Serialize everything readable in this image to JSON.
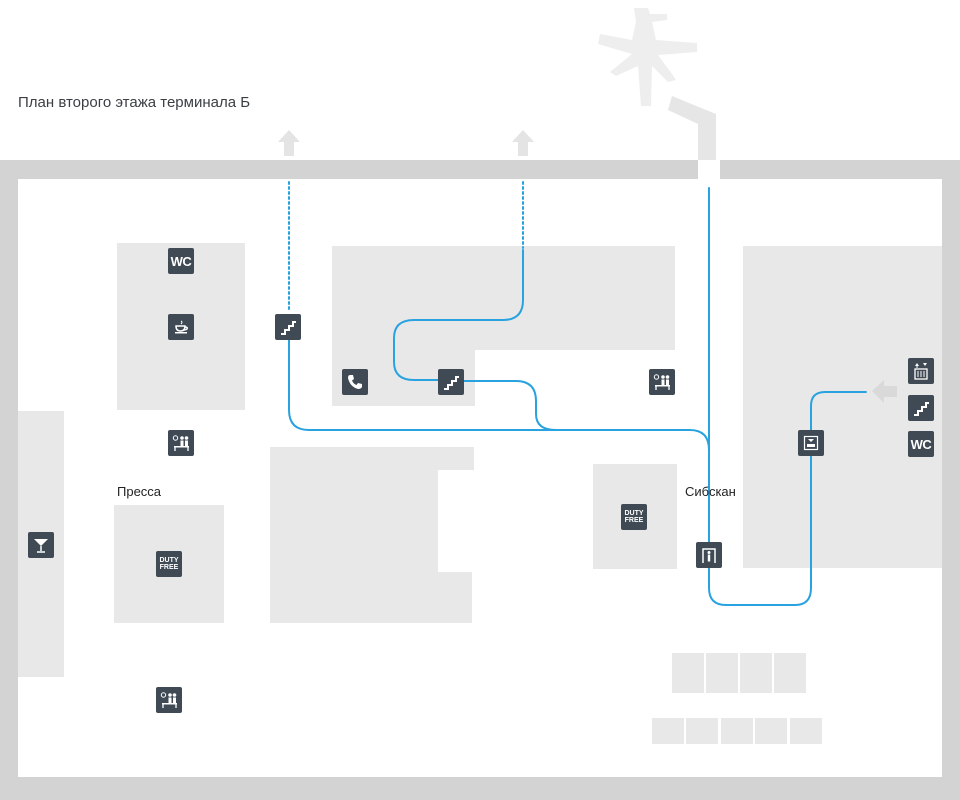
{
  "title": "План второго этажа терминала Б",
  "labels": {
    "press": "Пресса",
    "sibscan": "Сибскан"
  },
  "icons": {
    "wc": "WC",
    "wc_right": "WC",
    "duty_free": "DUTY FREE",
    "pass": "PASS"
  },
  "colors": {
    "route": "#29a3e0",
    "icon_bg": "#3f4a55",
    "room": "#e8e8e8",
    "wall": "#d3d3d3"
  }
}
